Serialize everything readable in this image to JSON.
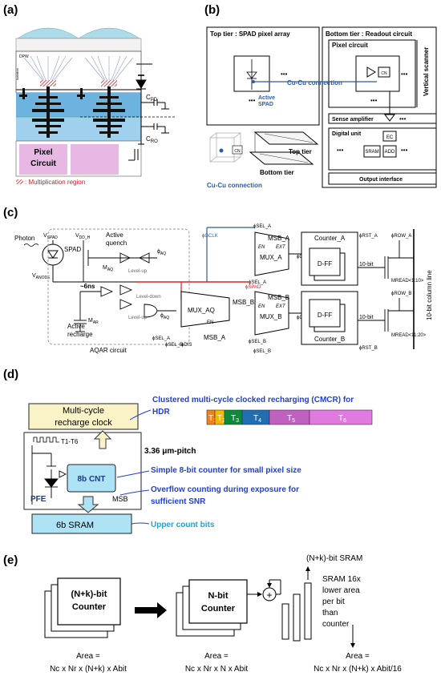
{
  "panels": {
    "a": {
      "label": "(a)",
      "dpw": "DPW",
      "isolation": "Isolation",
      "pixel_circuit": "Pixel Circuit",
      "legend": ": Multiplication region",
      "cpd": "C",
      "cpd_sub": "PD",
      "cro": "C",
      "cro_sub": "RO"
    },
    "b": {
      "label": "(b)",
      "top_title": "Top tier : SPAD pixel array",
      "bottom_title": "Bottom tier : Readout circuit",
      "pixel_circuit": "Pixel circuit",
      "cu_conn": "Cu-Cu connection",
      "active_spad": "Active SPAD",
      "vertical_scanner": "Vertical scanner",
      "sense_amp": "Sense amplifier",
      "digital_unit": "Digital unit",
      "ec": "EC",
      "sram": "SRAM",
      "add": "ADD",
      "output_interface": "Output interface",
      "top_tier": "Top tier",
      "bottom_tier": "Bottom tier",
      "cu_conn2": "Cu-Cu connection",
      "cn": "CN",
      "dots": "•••"
    },
    "c": {
      "label": "(c)",
      "photon": "Photon",
      "vspad": "V",
      "vspad_sub": "SPAD",
      "spad": "SPAD",
      "vanode": "V",
      "vanode_sub": "ANODE",
      "vdd": "V",
      "vdd_sub": "DD_H",
      "active_quench": "Active quench",
      "maq": "M",
      "maq_sub": "AQ",
      "phi_aq": "ϕ",
      "phi_aq_sub": "AQ",
      "level_up": "Level-up",
      "level_down": "Level-down",
      "six_ns": "~6ns",
      "mar": "M",
      "mar_sub": "AR",
      "active_recharge": "Active recharge",
      "aqar": "AQAR circuit",
      "mux_aq": "MUX_AQ",
      "msb_a": "MSB_A",
      "msb_b": "MSB_B",
      "mux_a": "MUX_A",
      "mux_b": "MUX_B",
      "en": "EN",
      "ext": "EXT",
      "counter_a": "Counter_A",
      "counter_b": "Counter_B",
      "dff": "D-FF",
      "ten_bit": "10-bit",
      "column_line": "10-bit column line",
      "phi_gclk": "ϕGCLK",
      "phi_sel_a": "ϕSEL_A",
      "phi_sel_b": "ϕSEL_B",
      "phi_clk_a": "ϕCLK_A",
      "phi_clk_b": "ϕCLK_B",
      "phi_rst_a": "ϕRST_A",
      "phi_rst_b": "ϕRST_B",
      "phi_row_a": "ϕROW_A",
      "phi_row_b": "ϕROW_B",
      "phi_spad": "ϕSPAD",
      "phi_dis": "ϕDIS",
      "m_read_a": "MREAD<1:10>",
      "m_read_b": "MREAD<11:20>"
    },
    "d": {
      "label": "(d)",
      "recharge_clock": "Multi-cycle recharge clock",
      "t1t6": "T1-T6",
      "pitch": "3.36 μm-pitch",
      "cnt": "8b CNT",
      "pfe": "PFE",
      "msb": "MSB",
      "sram": "6b SRAM",
      "cmcr_line1": "Clustered multi-cycle clocked recharging (CMCR) for",
      "cmcr_line2": "HDR",
      "counter_text": "Simple 8-bit counter for small pixel size",
      "overflow_line1": "Overflow counting during exposure for",
      "overflow_line2": "sufficient SNR",
      "upper_bits": "Upper count bits",
      "segments": [
        {
          "label": "T",
          "sub": "1",
          "color": "#f0821e"
        },
        {
          "label": "T",
          "sub": "2",
          "color": "#f5b800"
        },
        {
          "label": "T",
          "sub": "3",
          "color": "#0a8a3a"
        },
        {
          "label": "T",
          "sub": "4",
          "color": "#1f6fb2"
        },
        {
          "label": "T",
          "sub": "5",
          "color": "#c060c0"
        },
        {
          "label": "T",
          "sub": "6",
          "color": "#e07ae0"
        }
      ]
    },
    "e": {
      "label": "(e)",
      "counter1_a": "(N+k)-bit",
      "counter1_b": "Counter",
      "counter2_a": "N-bit",
      "counter2_b": "Counter",
      "sram_title": "(N+k)-bit SRAM",
      "sram_note": [
        "SRAM 16x",
        "lower area",
        "per bit",
        "than",
        "counter"
      ],
      "area_label": "Area =",
      "area1": "Nc x Nr x (N+k) x Abit",
      "area2": "Nc x Nr x N x Abit",
      "area3": "Nc x Nr x (N+k) x Abit/16"
    }
  }
}
